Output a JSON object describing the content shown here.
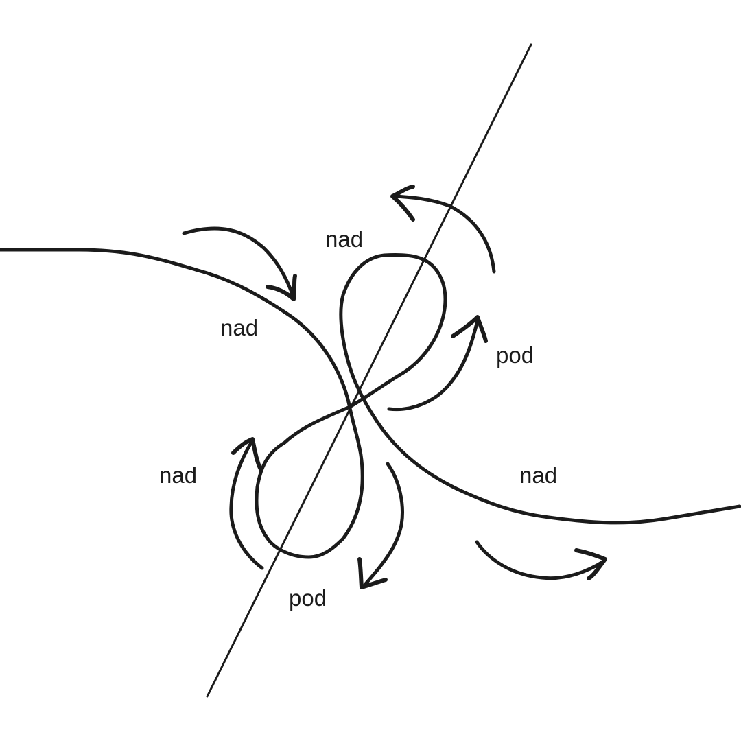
{
  "colors": {
    "ink": "#1b1b1b",
    "background": "#ffffff"
  },
  "labels": {
    "upper_loop": "nad",
    "left_strand": "nad",
    "right_upper": "pod",
    "lower_left": "nad",
    "lower_right": "nad",
    "bottom": "pod"
  }
}
